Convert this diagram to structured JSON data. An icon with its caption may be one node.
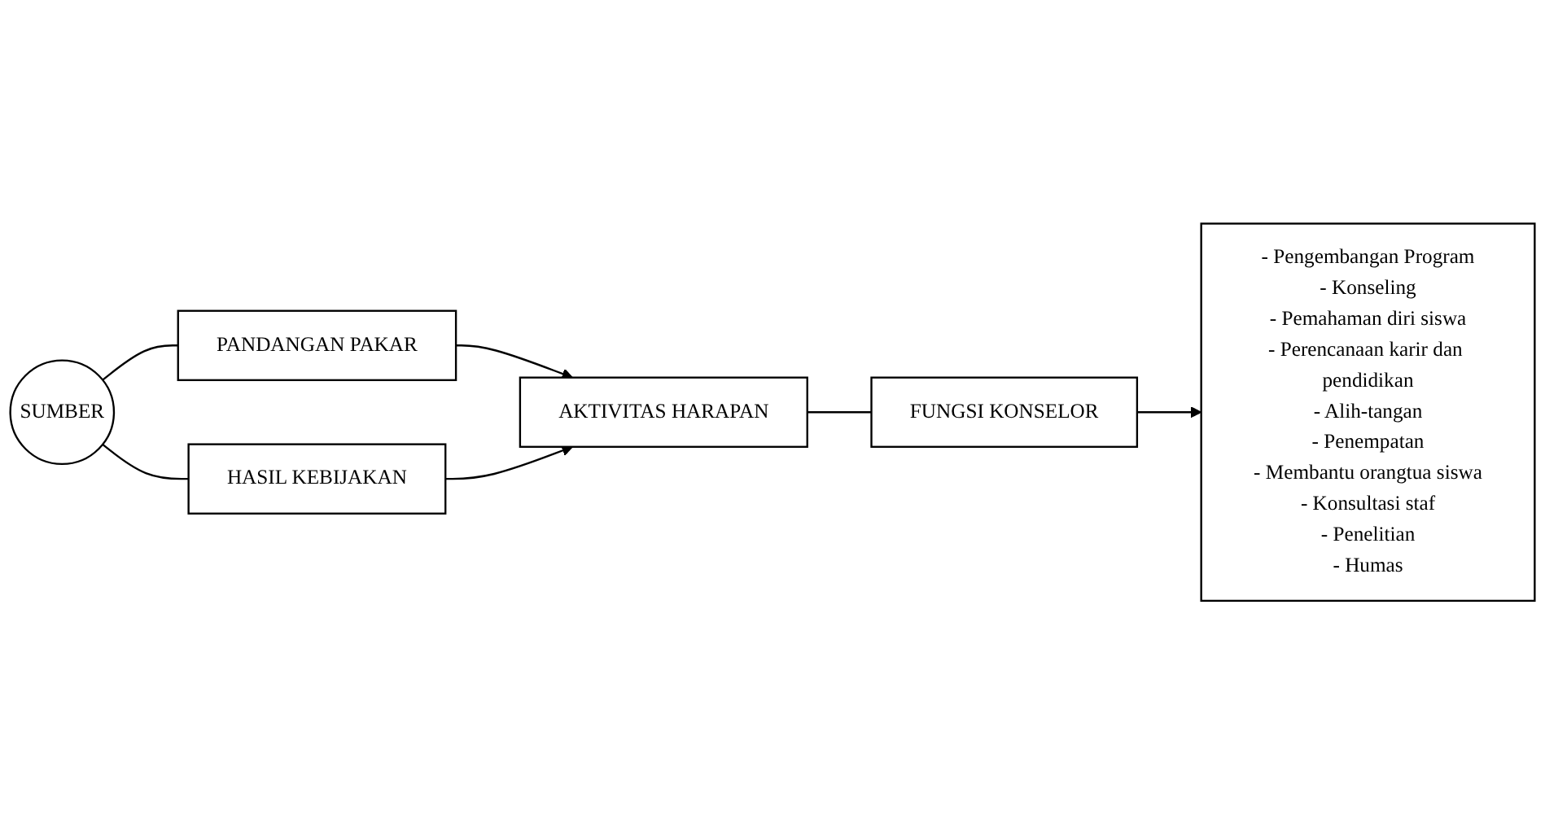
{
  "diagram": {
    "nodes": [
      {
        "text": [
          "SUMBER"
        ]
      },
      {
        "text": [
          "PANDANGAN PAKAR"
        ]
      },
      {
        "text": [
          "HASIL KEBIJAKAN"
        ]
      },
      {
        "text": [
          "AKTIVITAS HARAPAN"
        ]
      },
      {
        "text": [
          "FUNGSI KONSELOR"
        ]
      },
      {
        "text": [
          "- Pengembangan Program",
          "- Konseling",
          "- Pemahaman diri siswa",
          "- Perencanaan karir dan pendidikan",
          "- Alih-tangan",
          "- Penempatan",
          "- Membantu orangtua siswa",
          "- Konsultasi staf",
          "- Penelitian",
          "- Humas"
        ]
      }
    ],
    "edges": [
      {
        "from": 0,
        "to": 1,
        "arrow": "none"
      },
      {
        "from": 0,
        "to": 2,
        "arrow": "none"
      },
      {
        "from": 1,
        "to": 3,
        "arrow": "to"
      },
      {
        "from": 2,
        "to": 3,
        "arrow": "to"
      },
      {
        "from": 3,
        "to": 4,
        "arrow": "none"
      },
      {
        "from": 4,
        "to": 5,
        "arrow": "to"
      }
    ]
  }
}
